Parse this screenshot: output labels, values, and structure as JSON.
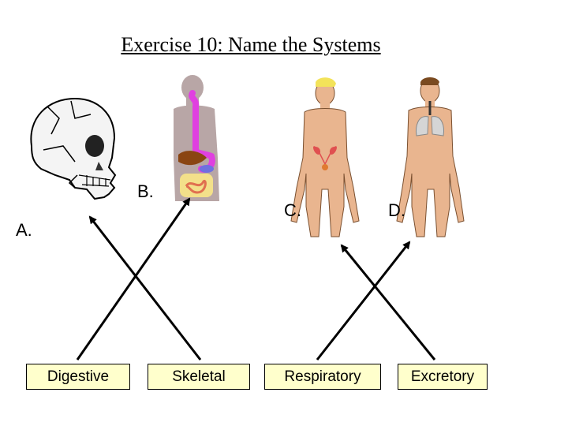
{
  "title": "Exercise 10: Name the Systems",
  "figure_labels": [
    "A.",
    "B.",
    "C.",
    "D."
  ],
  "system_boxes": [
    "Digestive",
    "Skeletal",
    "Respiratory",
    "Excretory"
  ],
  "colors": {
    "box_fill": "#ffffcc",
    "arrow": "#000000",
    "skin": "#e9b58f",
    "torso_grey": "#b8a6a6"
  },
  "icons": [
    "skull-icon",
    "digestive-torso-icon",
    "man-kidneys-icon",
    "man-lungs-icon"
  ]
}
